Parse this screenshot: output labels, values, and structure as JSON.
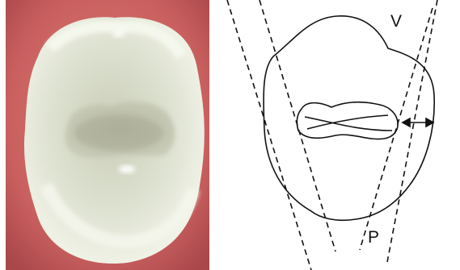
{
  "photo": {
    "subject": "tooth-occlusal-photo",
    "gum_color": "#c9605f",
    "tooth_color": "#e9ecdf"
  },
  "diagram": {
    "labels": {
      "top": "V",
      "bottom": "P"
    },
    "colors": {
      "stroke": "#111111",
      "background": "#ffffff"
    }
  }
}
